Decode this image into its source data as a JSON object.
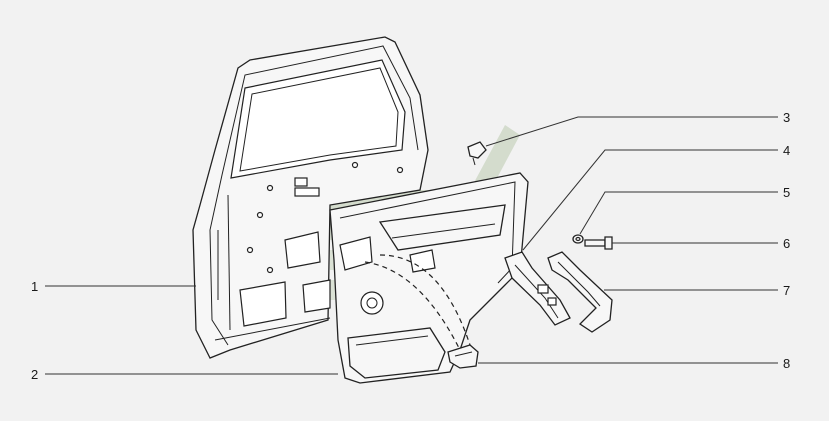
{
  "diagram": {
    "callouts": [
      {
        "id": "1",
        "text": "1"
      },
      {
        "id": "2",
        "text": "2"
      },
      {
        "id": "3",
        "text": "3"
      },
      {
        "id": "4",
        "text": "4"
      },
      {
        "id": "5",
        "text": "5"
      },
      {
        "id": "6",
        "text": "6"
      },
      {
        "id": "7",
        "text": "7"
      },
      {
        "id": "8",
        "text": "8"
      }
    ]
  },
  "colors": {
    "background": "#f2f2f2",
    "line": "#222222",
    "watermark": "#c9d6be"
  }
}
